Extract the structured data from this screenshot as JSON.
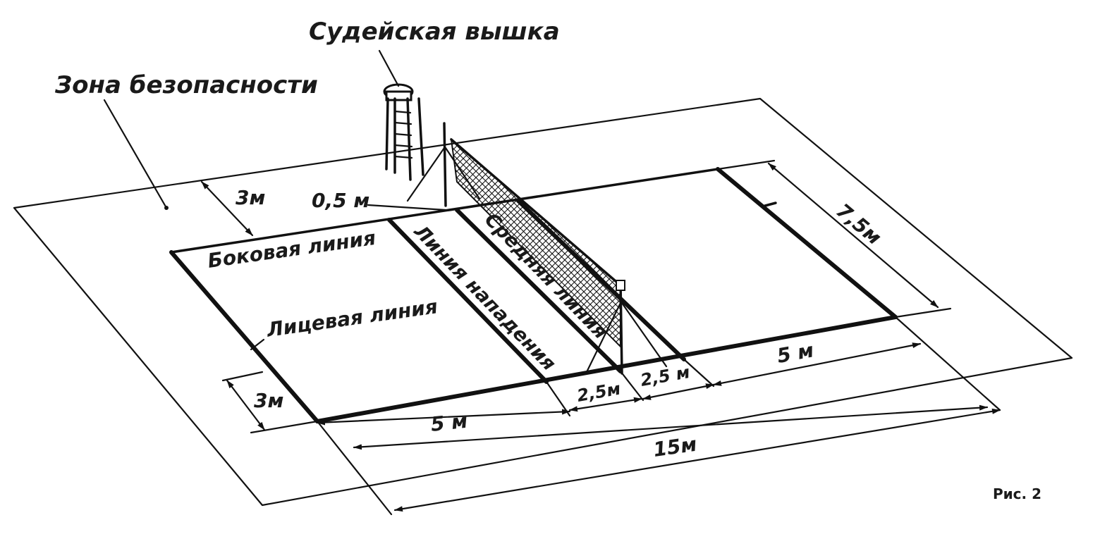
{
  "labels": {
    "referee_tower": "Судейская вышка",
    "safety_zone": "Зона безопасности",
    "sideline": "Боковая линия",
    "end_line": "Лицевая линия",
    "attack_line": "Линия нападения",
    "center_line": "Средняя линия",
    "figure_number": "Рис. 2"
  },
  "dimensions": {
    "free_zone_side": "3м",
    "free_zone_end": "3м",
    "tower_offset": "0,5 м",
    "court_width": "7,5м",
    "back_zone_left": "5 м",
    "front_zone_left": "2,5м",
    "front_zone_right": "2,5 м",
    "back_zone_right": "5 м",
    "court_length": "15м"
  }
}
